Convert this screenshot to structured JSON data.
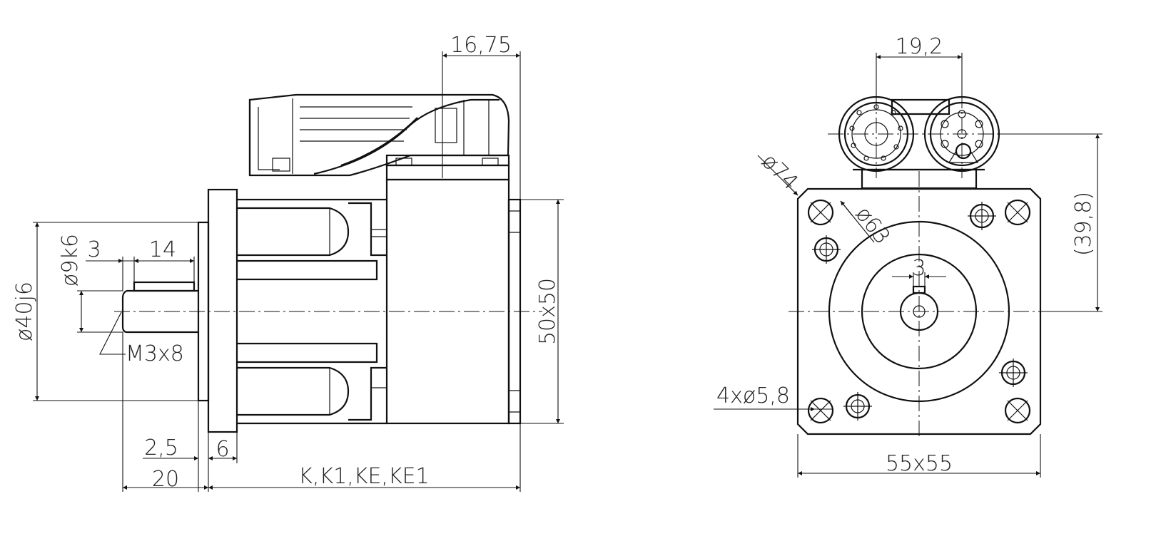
{
  "side_view": {
    "dims": {
      "connector_offset": "16,75",
      "shaft_diameter": "ø9k6",
      "key_start": "3",
      "key_length": "14",
      "pilot_diameter": "ø40j6",
      "thread": "M3x8",
      "square": "50x50",
      "pilot_depth": "2,5",
      "flange_thickness": "6",
      "shaft_length": "20",
      "body_length": "K,K1,KE,KE1"
    }
  },
  "front_view": {
    "dims": {
      "connector_spacing": "19,2",
      "bolt_circle": "ø74",
      "pilot_circle": "ø63",
      "connector_height": "(39,8)",
      "key_width": "3",
      "holes": "4xø5,8",
      "flange_size": "55x55"
    }
  }
}
